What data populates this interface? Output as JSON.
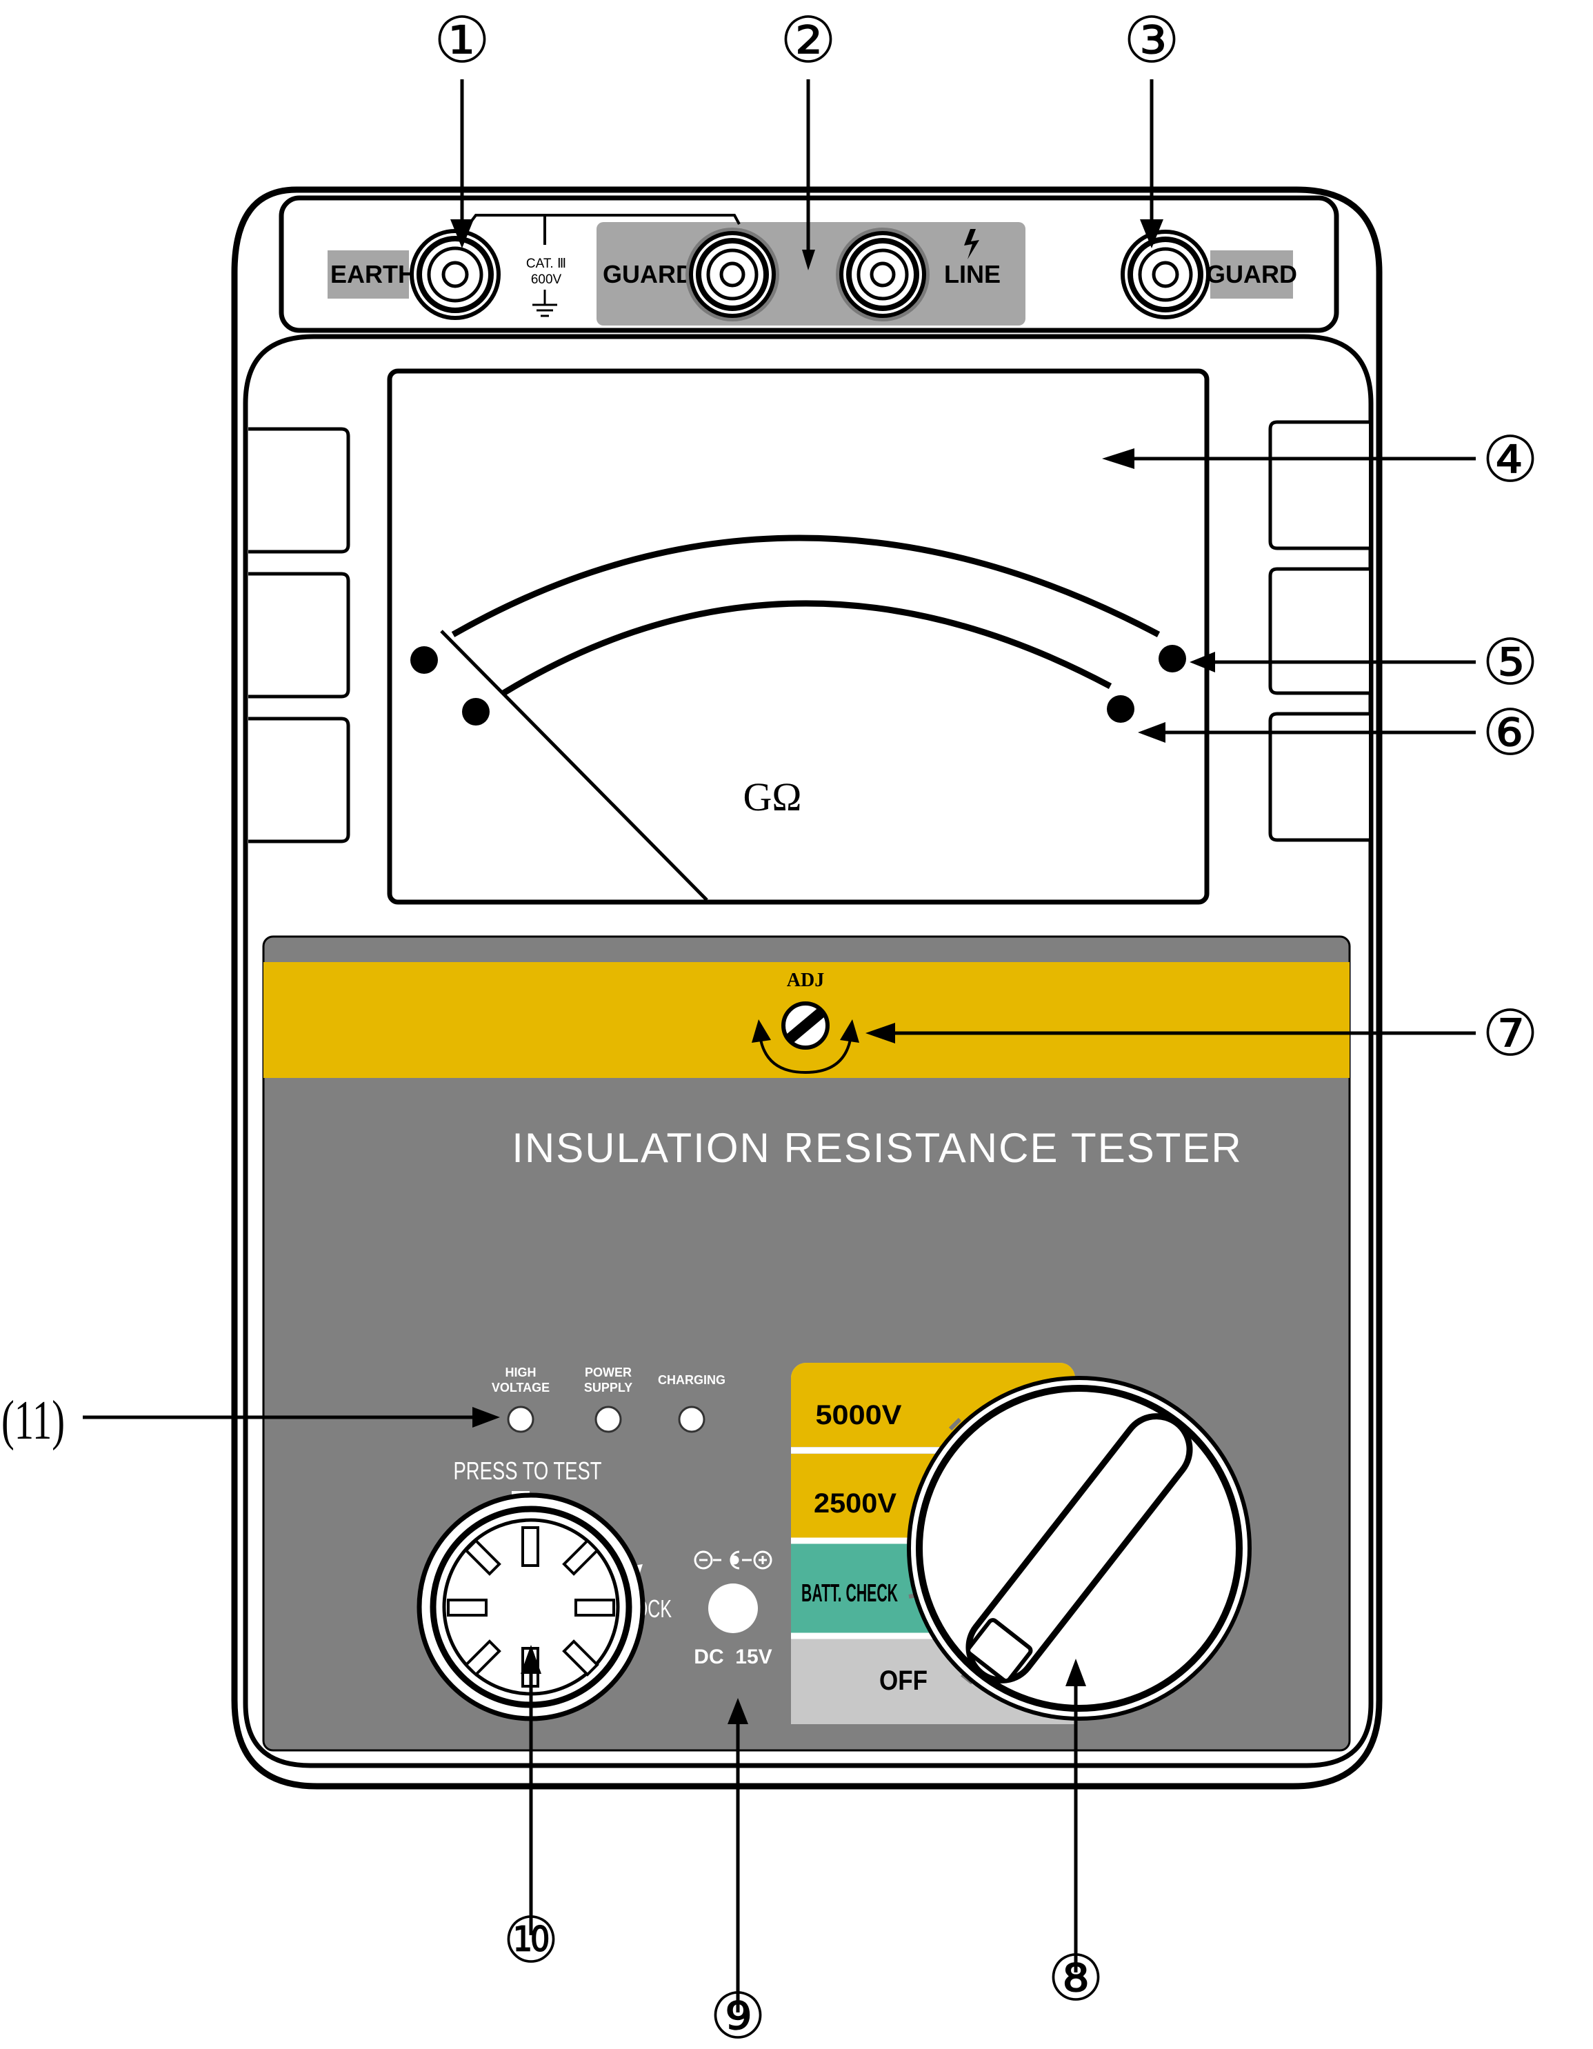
{
  "callouts": {
    "c1": "①",
    "c2": "②",
    "c3": "③",
    "c4": "④",
    "c5": "⑤",
    "c6": "⑥",
    "c7": "⑦",
    "c8": "⑧",
    "c9": "⑨",
    "c10": "⑩",
    "c11": "(11)"
  },
  "terminals": {
    "earth_label": "EARTH",
    "cat_label": "CAT. Ⅲ",
    "cat_voltage": "600V",
    "guard_left_label": "GUARD",
    "line_label": "LINE",
    "guard_right_label": "GUARD"
  },
  "meter": {
    "unit_label": "GΩ"
  },
  "adjust": {
    "label": "ADJ"
  },
  "panel": {
    "title": "INSULATION RESISTANCE TESTER"
  },
  "indicators": {
    "high_voltage_line1": "HIGH",
    "high_voltage_line2": "VOLTAGE",
    "power_supply_line1": "POWER",
    "power_supply_line2": "SUPPLY",
    "charging": "CHARGING"
  },
  "test_button": {
    "press_label": "PRESS TO TEST",
    "lock_label": "LOCK"
  },
  "dc_input": {
    "label": "DC  15V"
  },
  "range_switch": {
    "options": [
      "5000V",
      "2500V",
      "BATT. CHECK",
      "OFF"
    ]
  },
  "colors": {
    "body_outline": "#000000",
    "panel_gray": "#808080",
    "terminal_gray": "#a6a6a6",
    "yellow_strip": "#e6b800",
    "range_5000": "#e6b800",
    "range_2500": "#e6b800",
    "range_batt": "#4fb39a",
    "range_off": "#c8c8c8"
  }
}
